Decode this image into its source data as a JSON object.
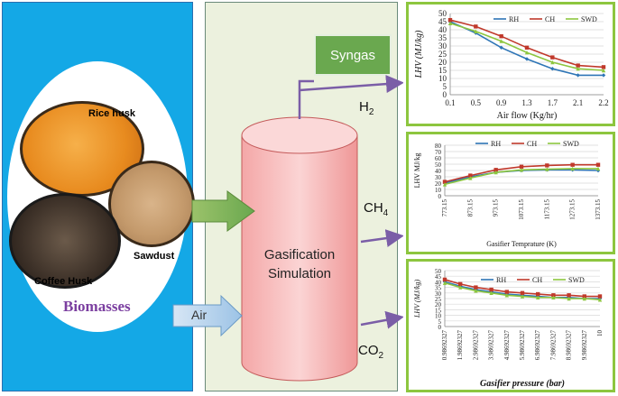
{
  "biomasses": {
    "title": "Biomasses",
    "rice_husk": "Rice husk",
    "sawdust": "Sawdust",
    "coffee_husk": "Coffee Husk"
  },
  "process": {
    "syngas": "Syngas",
    "h2": "H",
    "h2_sub": "2",
    "ch4": "CH",
    "ch4_sub": "4",
    "co2": "CO",
    "co2_sub": "2",
    "air": "Air",
    "simulation_line1": "Gasification",
    "simulation_line2": "Simulation"
  },
  "colors": {
    "left_panel": "#14a8e6",
    "mid_panel": "#ecf1de",
    "chart_border": "#8dc63f",
    "syngas_box": "#6aa84f",
    "cylinder": "#f4a7a7",
    "arrow_purple": "#7b5ea7",
    "rh": "#2e75b6",
    "ch": "#c0392b",
    "swd": "#8dc63f"
  },
  "chart_data": [
    {
      "type": "line",
      "ylabel": "LHV (MJ/kg)",
      "xlabel": "Air flow (Kg/hr)",
      "x": [
        "0.1",
        "0.5",
        "0.9",
        "1.3",
        "1.7",
        "2.1",
        "2.2"
      ],
      "ylim": [
        0,
        50
      ],
      "yticks": [
        "0",
        "5",
        "10",
        "15",
        "20",
        "25",
        "30",
        "35",
        "40",
        "45",
        "50"
      ],
      "legend": "top-right",
      "series": [
        {
          "name": "RH",
          "values": [
            45,
            38,
            29,
            22,
            16,
            12,
            12
          ]
        },
        {
          "name": "CH",
          "values": [
            46,
            42,
            36,
            29,
            23,
            18,
            17
          ]
        },
        {
          "name": "SWD",
          "values": [
            44,
            39,
            33,
            26,
            20,
            16,
            15
          ]
        }
      ]
    },
    {
      "type": "line",
      "ylabel": "LHV MJ/kg",
      "xlabel": "Gasifier Temprature (K)",
      "x": [
        "773.15",
        "873.15",
        "973.15",
        "1073.15",
        "1173.15",
        "1273.15",
        "1373.15"
      ],
      "ylim": [
        0,
        80
      ],
      "yticks": [
        "0",
        "10",
        "20",
        "30",
        "40",
        "50",
        "60",
        "70",
        "80"
      ],
      "legend": "top",
      "series": [
        {
          "name": "RH",
          "values": [
            20,
            30,
            37,
            40,
            41,
            41,
            40
          ]
        },
        {
          "name": "CH",
          "values": [
            22,
            32,
            41,
            46,
            48,
            49,
            49
          ]
        },
        {
          "name": "SWD",
          "values": [
            18,
            28,
            37,
            41,
            42,
            43,
            43
          ]
        }
      ]
    },
    {
      "type": "line",
      "ylabel": "LHV (MJ/kg)",
      "xlabel": "Gasifier pressure (bar)",
      "x": [
        "0.98692327",
        "1.98692327",
        "2.98692327",
        "3.98692327",
        "4.98692327",
        "5.98692327",
        "6.98692327",
        "7.98692327",
        "8.98692327",
        "9.98692327",
        "10"
      ],
      "ylim": [
        0,
        50
      ],
      "yticks": [
        "0",
        "5",
        "10",
        "15",
        "20",
        "25",
        "30",
        "35",
        "40",
        "45",
        "50"
      ],
      "legend": "top",
      "series": [
        {
          "name": "RH",
          "values": [
            40,
            36,
            33,
            31,
            29,
            28,
            27,
            26,
            26,
            25,
            25
          ]
        },
        {
          "name": "CH",
          "values": [
            42,
            38,
            35,
            33,
            31,
            30,
            29,
            28,
            28,
            27,
            27
          ]
        },
        {
          "name": "SWD",
          "values": [
            39,
            35,
            32,
            30,
            28,
            27,
            26,
            26,
            25,
            25,
            24
          ]
        }
      ]
    }
  ]
}
